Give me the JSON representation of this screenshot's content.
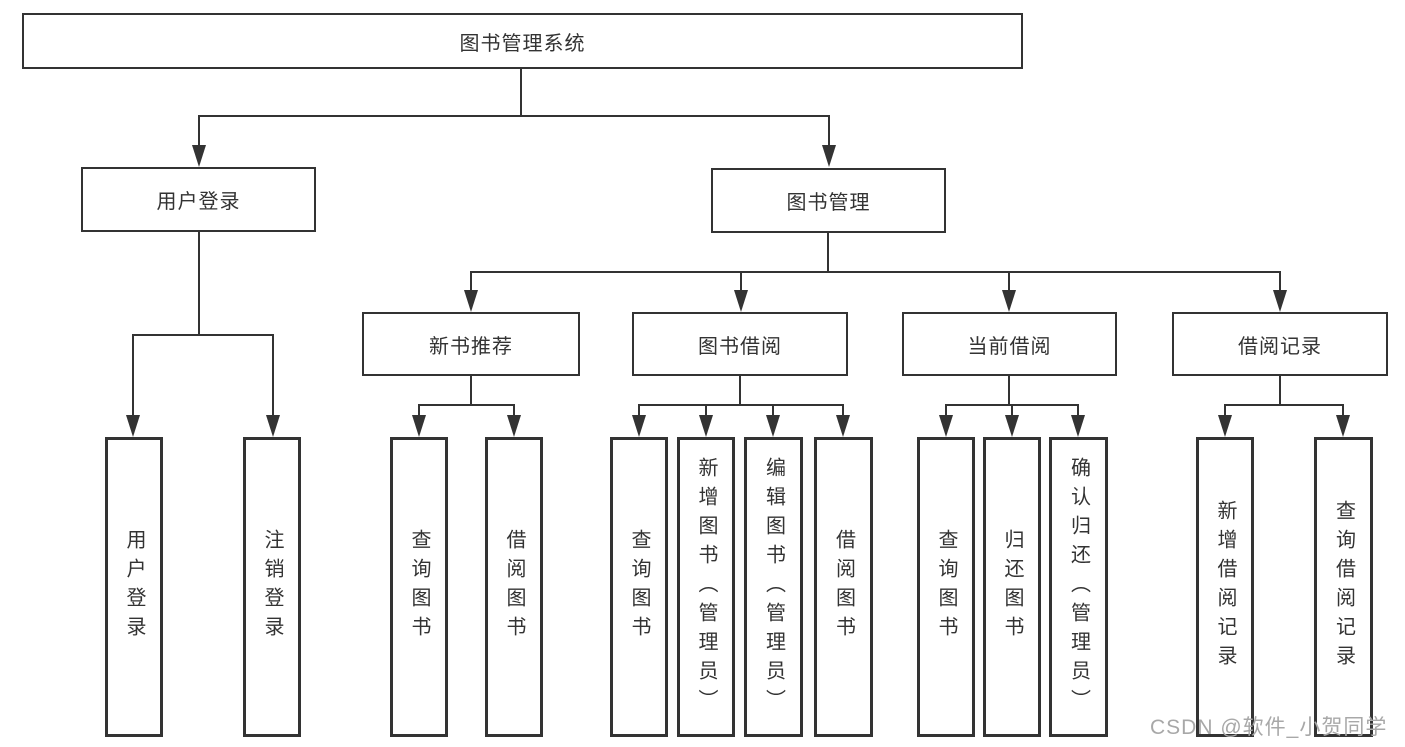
{
  "diagram": {
    "root": {
      "label": "图书管理系统"
    },
    "branches": [
      {
        "label": "用户登录",
        "children": [
          {
            "label": "用户登录"
          },
          {
            "label": "注销登录"
          }
        ]
      },
      {
        "label": "图书管理",
        "children": [
          {
            "label": "新书推荐",
            "children": [
              {
                "label": "查询图书"
              },
              {
                "label": "借阅图书"
              }
            ]
          },
          {
            "label": "图书借阅",
            "children": [
              {
                "label": "查询图书"
              },
              {
                "label": "新增图书（管理员）"
              },
              {
                "label": "编辑图书（管理员）"
              },
              {
                "label": "借阅图书"
              }
            ]
          },
          {
            "label": "当前借阅",
            "children": [
              {
                "label": "查询图书"
              },
              {
                "label": "归还图书"
              },
              {
                "label": "确认归还（管理员）"
              }
            ]
          },
          {
            "label": "借阅记录",
            "children": [
              {
                "label": "新增借阅记录"
              },
              {
                "label": "查询借阅记录"
              }
            ]
          }
        ]
      }
    ]
  },
  "watermark": {
    "text": "CSDN @软件_小贺同学"
  },
  "colors": {
    "line": "#333333",
    "text": "#333333",
    "background": "#ffffff",
    "watermark": "#a8a8a8"
  }
}
